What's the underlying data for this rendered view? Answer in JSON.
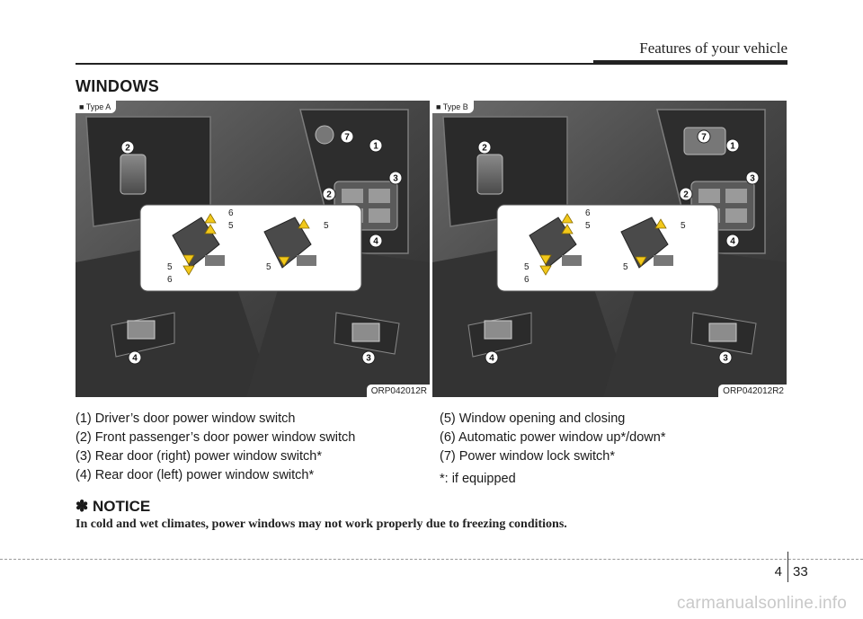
{
  "header": {
    "section": "Features of your vehicle"
  },
  "title": "WINDOWS",
  "figures": [
    {
      "type_label": "■ Type A",
      "code": "ORP042012R"
    },
    {
      "type_label": "■ Type B",
      "code": "ORP042012R2"
    }
  ],
  "callouts": [
    "1",
    "2",
    "3",
    "4",
    "5",
    "6",
    "7"
  ],
  "legend_left": [
    "(1) Driver’s door power window switch",
    "(2) Front passenger’s door power window switch",
    "(3) Rear door (right) power window switch*",
    "(4) Rear door (left) power window switch*"
  ],
  "legend_right": [
    "(5) Window opening and closing",
    "(6) Automatic power window up*/down*",
    "(7) Power window lock switch*"
  ],
  "footnote": "*: if equipped",
  "notice": {
    "title": "✽ NOTICE",
    "text": "In cold and wet climates, power windows may not work properly due to freezing conditions."
  },
  "footer": {
    "chapter": "4",
    "page": "33",
    "watermark": "carmanualsonline.info"
  },
  "colors": {
    "arrow": "#f2c81a",
    "figure_bg": "#3e3e3e",
    "callout": "#ffffff"
  }
}
